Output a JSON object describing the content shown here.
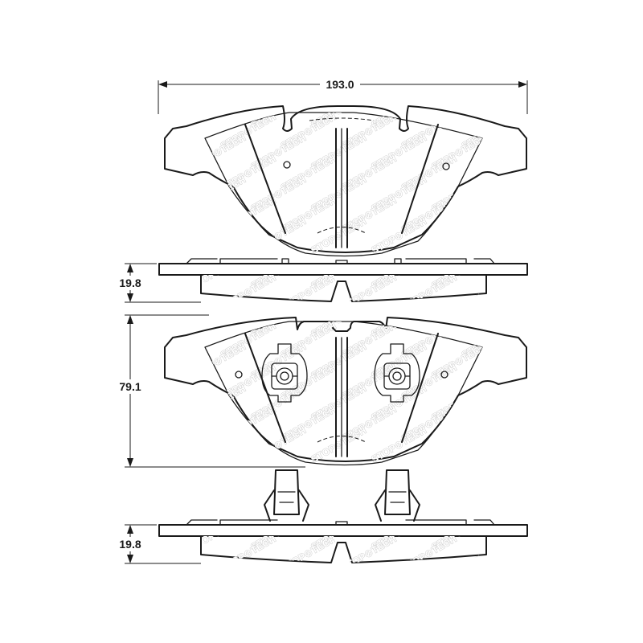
{
  "dimensions": {
    "width": {
      "label": "193.0",
      "value": 193.0
    },
    "thickness_top": {
      "label": "19.8",
      "value": 19.8
    },
    "height": {
      "label": "79.1",
      "value": 79.1
    },
    "thickness_bottom": {
      "label": "19.8",
      "value": 19.8
    }
  },
  "watermark": {
    "brand_text": "STOP⊘TECH"
  },
  "colors": {
    "line": "#1a1a1a",
    "watermark_outline": "#c9c9c9",
    "background": "#ffffff"
  }
}
